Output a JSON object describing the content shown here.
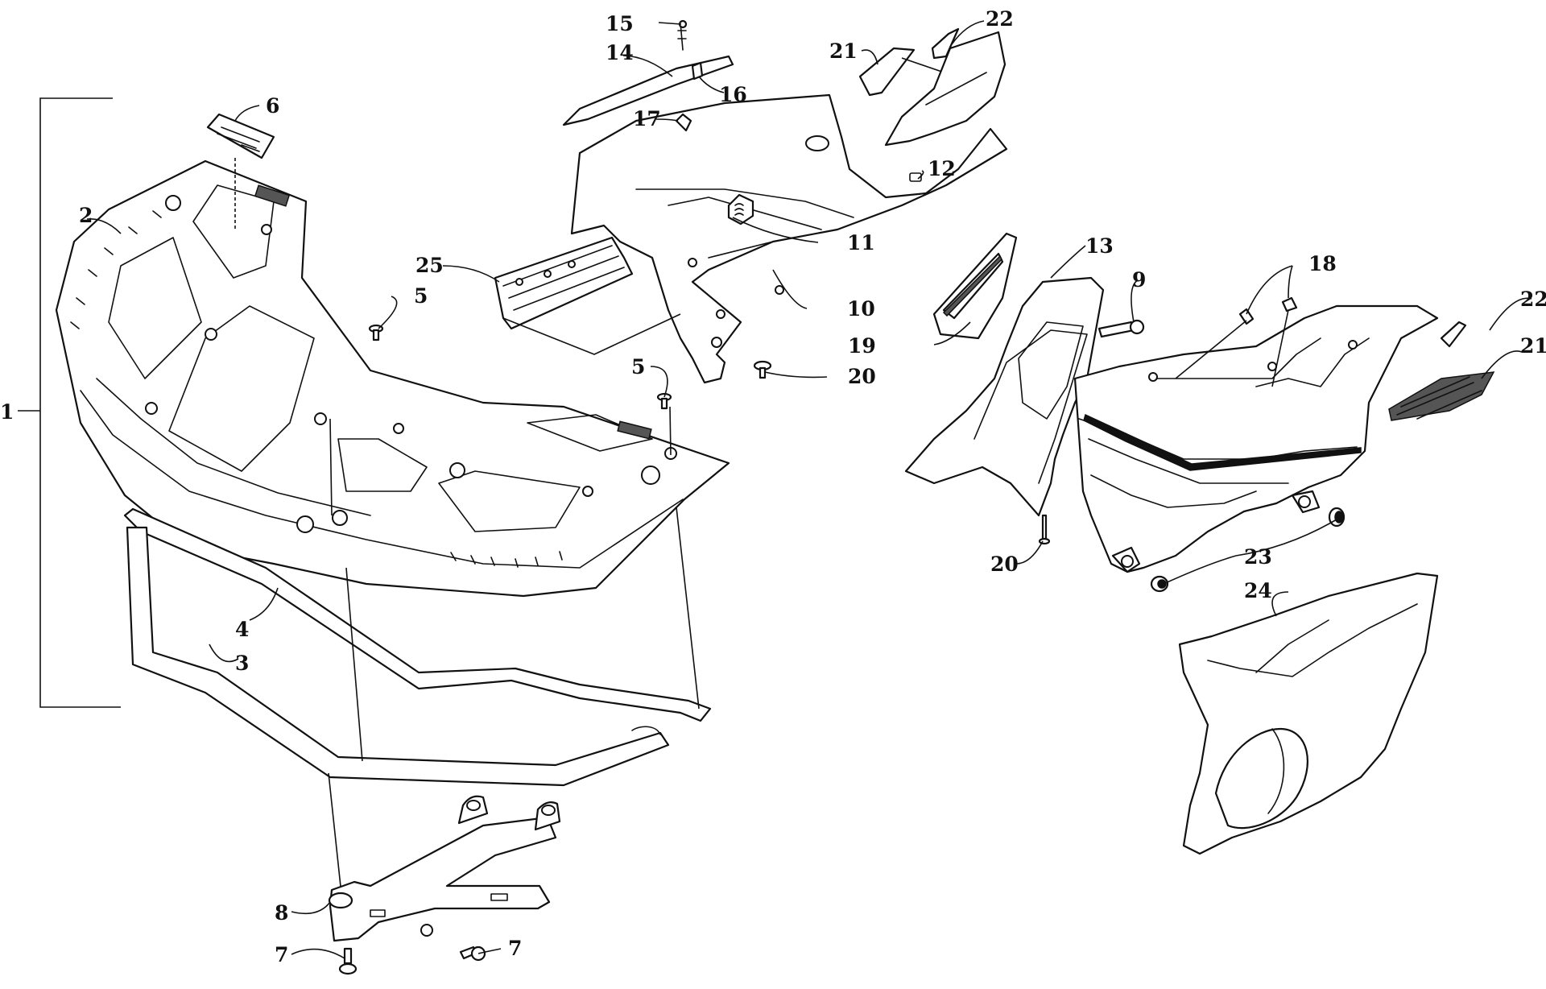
{
  "diagram": {
    "assembly_label": "1",
    "callouts": [
      {
        "id": "c2",
        "label": "2"
      },
      {
        "id": "c3",
        "label": "3"
      },
      {
        "id": "c4",
        "label": "4"
      },
      {
        "id": "c5a",
        "label": "5"
      },
      {
        "id": "c5b",
        "label": "5"
      },
      {
        "id": "c6",
        "label": "6"
      },
      {
        "id": "c7a",
        "label": "7"
      },
      {
        "id": "c7b",
        "label": "7"
      },
      {
        "id": "c8",
        "label": "8"
      },
      {
        "id": "c9",
        "label": "9"
      },
      {
        "id": "c10",
        "label": "10"
      },
      {
        "id": "c11",
        "label": "11"
      },
      {
        "id": "c12",
        "label": "12"
      },
      {
        "id": "c13",
        "label": "13"
      },
      {
        "id": "c14",
        "label": "14"
      },
      {
        "id": "c15",
        "label": "15"
      },
      {
        "id": "c16",
        "label": "16"
      },
      {
        "id": "c17",
        "label": "17"
      },
      {
        "id": "c18",
        "label": "18"
      },
      {
        "id": "c19",
        "label": "19"
      },
      {
        "id": "c20a",
        "label": "20"
      },
      {
        "id": "c20b",
        "label": "20"
      },
      {
        "id": "c21a",
        "label": "21"
      },
      {
        "id": "c21b",
        "label": "21"
      },
      {
        "id": "c22a",
        "label": "22"
      },
      {
        "id": "c22b",
        "label": "22"
      },
      {
        "id": "c23",
        "label": "23"
      },
      {
        "id": "c24",
        "label": "24"
      },
      {
        "id": "c25",
        "label": "25"
      }
    ]
  }
}
